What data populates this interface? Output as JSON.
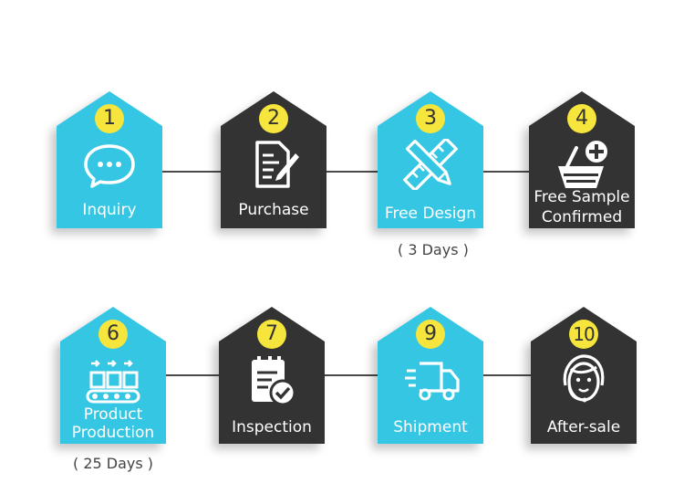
{
  "colors": {
    "cyan": "#35c6e4",
    "dark": "#333333",
    "badge": "#f5e53c",
    "line": "#4a4a4a"
  },
  "row1": [
    {
      "num": "1",
      "label": "Inquiry",
      "icon": "chat-bubble-icon"
    },
    {
      "num": "2",
      "label": "Purchase",
      "icon": "document-pen-icon"
    },
    {
      "num": "3",
      "label": "Free Design",
      "icon": "pencil-ruler-icon",
      "note": "( 3 Days )"
    },
    {
      "num": "4",
      "label_line1": "Free Sample",
      "label_line2": "Confirmed",
      "icon": "basket-plus-icon"
    }
  ],
  "row2": [
    {
      "num": "6",
      "label_line1": "Product",
      "label_line2": "Production",
      "icon": "conveyor-belt-icon",
      "note": "( 25 Days )"
    },
    {
      "num": "7",
      "label": "Inspection",
      "icon": "clipboard-check-icon"
    },
    {
      "num": "9",
      "label": "Shipment",
      "icon": "delivery-truck-icon"
    },
    {
      "num": "10",
      "label": "After-sale",
      "icon": "headset-agent-icon"
    }
  ]
}
